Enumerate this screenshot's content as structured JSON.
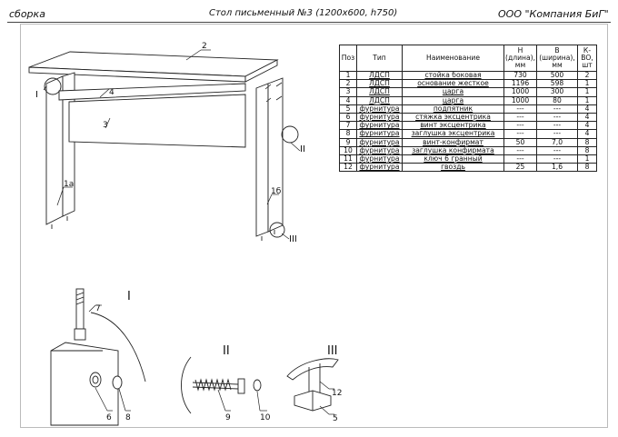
{
  "header": {
    "left": "сборка",
    "center": "Стол письменный №3 (1200х600, h750)",
    "right": "ООО \"Компания БиГ\""
  },
  "table": {
    "headers": [
      "Поз",
      "Тип",
      "Наименование",
      "Н (длина), мм",
      "В (ширина), мм",
      "К-ВО, шт"
    ],
    "rows": [
      [
        "1",
        "ЛДСП",
        "стойка боковая",
        "730",
        "500",
        "2"
      ],
      [
        "2",
        "ЛДСП",
        "основание жесткое",
        "1196",
        "598",
        "1"
      ],
      [
        "3",
        "ЛДСП",
        "царга",
        "1000",
        "300",
        "1"
      ],
      [
        "4",
        "ЛДСП",
        "царга",
        "1000",
        "80",
        "1"
      ],
      [
        "5",
        "фурнитура",
        "подпятник",
        "---",
        "---",
        "4"
      ],
      [
        "6",
        "фурнитура",
        "стяжка эксцентрика",
        "---",
        "---",
        "4"
      ],
      [
        "7",
        "фурнитура",
        "винт эксцентрика",
        "---",
        "---",
        "4"
      ],
      [
        "8",
        "фурнитура",
        "заглушка эксцентрика",
        "---",
        "---",
        "4"
      ],
      [
        "9",
        "фурнитура",
        "винт-конфирмат",
        "50",
        "7,0",
        "8"
      ],
      [
        "10",
        "фурнитура",
        "заглушка конфирмата",
        "---",
        "---",
        "8"
      ],
      [
        "11",
        "фурнитура",
        "ключ 6 гранный",
        "---",
        "---",
        "1"
      ],
      [
        "12",
        "фурнитура",
        "гвоздь",
        "25",
        "1,6",
        "8"
      ]
    ]
  },
  "callouts": {
    "c2": "2",
    "c4": "4",
    "c3": "3",
    "c1a": "1а",
    "c1b": "1б",
    "mI": "I",
    "mII": "II",
    "mIII": "III",
    "dI": "I",
    "dII": "II",
    "dIII": "III",
    "c7": "7",
    "c6": "6",
    "c8": "8",
    "c9": "9",
    "c10": "10",
    "c12": "12",
    "c5": "5"
  }
}
